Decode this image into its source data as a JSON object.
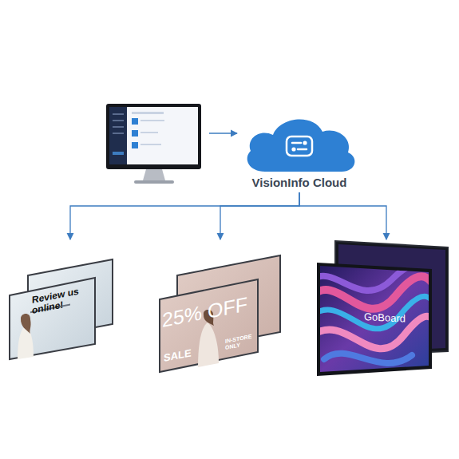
{
  "diagram": {
    "nodes": [
      {
        "text": [
          "VisionInfo Cloud"
        ]
      },
      {
        "text": [
          "Review us online!"
        ]
      },
      {
        "text": [
          "25% OFF",
          "SALE",
          "IN-STORE ONLY"
        ]
      },
      {
        "text": [
          "GoBoard"
        ]
      }
    ],
    "edges": [
      {
        "from": 0,
        "to": 1,
        "arrow": "to"
      },
      {
        "from": 0,
        "to": 2,
        "arrow": "to"
      },
      {
        "from": 0,
        "to": 3,
        "arrow": "to"
      }
    ]
  }
}
